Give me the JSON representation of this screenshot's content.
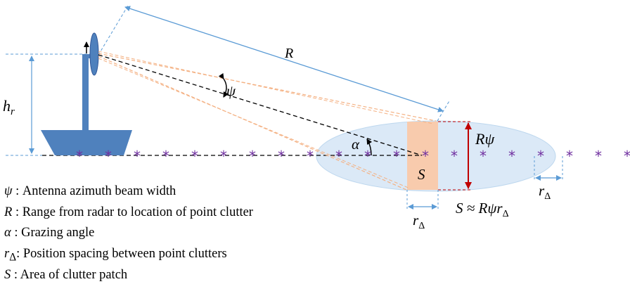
{
  "diagram": {
    "labels": {
      "range": "R",
      "beamwidth": "ψ",
      "height": "h",
      "height_sub": "r",
      "grazing": "α",
      "patch_height": "Rψ",
      "patch_area": "S",
      "spacing_symbol": "r",
      "spacing_sub": "Δ",
      "area_formula": "S ≈ Rψr",
      "area_formula_sub": "Δ"
    },
    "colors": {
      "tower": "#4f81bd",
      "range_line": "#5b9bd5",
      "beam_edges": "#f4b183",
      "ellipse": "#dbe9f7",
      "patch": "#f8cbad",
      "patch_arrow": "#c00000",
      "clutter_points": "#7030a0",
      "dashed": "#000000"
    }
  },
  "legend": [
    {
      "symbol": "ψ",
      "sub": "",
      "text": " : Antenna azimuth  beam width"
    },
    {
      "symbol": "R",
      "sub": "",
      "text": " : Range from radar to location of point clutter"
    },
    {
      "symbol": "α",
      "sub": "",
      "text": " : Grazing  angle"
    },
    {
      "symbol": "r",
      "sub": "Δ",
      "text": ": Position spacing between point clutters"
    },
    {
      "symbol": "S",
      "sub": "",
      "text": " : Area of clutter patch"
    }
  ]
}
